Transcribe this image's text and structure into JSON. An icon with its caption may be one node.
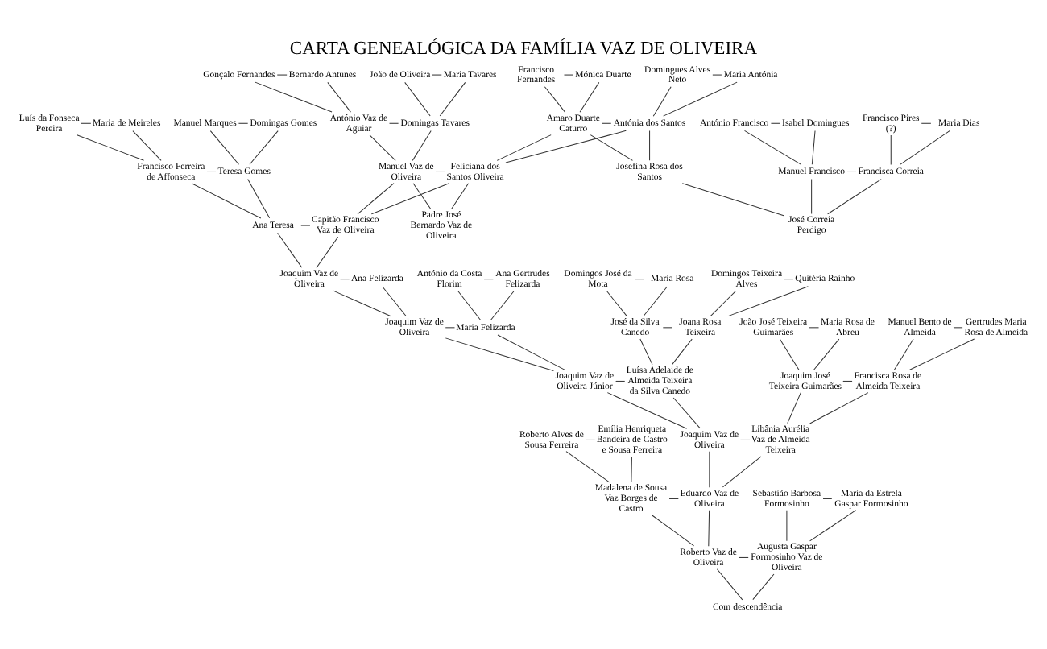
{
  "diagram": {
    "title": "CARTA GENEALÓGICA DA FAMÍLIA VAZ DE OLIVEIRA",
    "nodes": [
      {
        "text": [
          "Gonçalo Fernandes"
        ]
      },
      {
        "text": [
          "Bernardo Antunes"
        ]
      },
      {
        "text": [
          "João de Oliveira"
        ]
      },
      {
        "text": [
          "Maria Tavares"
        ]
      },
      {
        "text": [
          "Francisco Fernandes"
        ]
      },
      {
        "text": [
          "Mónica Duarte"
        ]
      },
      {
        "text": [
          "Domingues Alves Neto"
        ]
      },
      {
        "text": [
          "Maria Antónia"
        ]
      },
      {
        "text": [
          "António Francisco"
        ]
      },
      {
        "text": [
          "Isabel Domingues"
        ]
      },
      {
        "text": [
          "Francisco Pires (?)"
        ]
      },
      {
        "text": [
          "Maria Dias"
        ]
      },
      {
        "text": [
          "Luís da Fonseca Pereira"
        ]
      },
      {
        "text": [
          "Maria de Meireles"
        ]
      },
      {
        "text": [
          "Manuel Marques"
        ]
      },
      {
        "text": [
          "Domingas Gomes"
        ]
      },
      {
        "text": [
          "António Vaz de Aguiar"
        ]
      },
      {
        "text": [
          "Domingas Tavares"
        ]
      },
      {
        "text": [
          "Amaro Duarte Caturro"
        ]
      },
      {
        "text": [
          "Antónia dos Santos"
        ]
      },
      {
        "text": [
          "Manuel Francisco"
        ]
      },
      {
        "text": [
          "Francisca Correia"
        ]
      },
      {
        "text": [
          "Francisco Ferreira de Affonseca"
        ]
      },
      {
        "text": [
          "Teresa Gomes"
        ]
      },
      {
        "text": [
          "Manuel Vaz de Oliveira"
        ]
      },
      {
        "text": [
          "Feliciana dos Santos Oliveira"
        ]
      },
      {
        "text": [
          "Josefina Rosa dos Santos"
        ]
      },
      {
        "text": [
          "José Correia Perdigo"
        ]
      },
      {
        "text": [
          "Ana Teresa"
        ]
      },
      {
        "text": [
          "Capitão Francisco Vaz de Oliveira"
        ]
      },
      {
        "text": [
          "Padre José Bernardo Vaz de Oliveira"
        ]
      },
      {
        "text": [
          "Joaquim Vaz de Oliveira"
        ]
      },
      {
        "text": [
          "Ana Felizarda"
        ]
      },
      {
        "text": [
          "António da Costa Florim"
        ]
      },
      {
        "text": [
          "Ana Gertrudes Felizarda"
        ]
      },
      {
        "text": [
          "Domingos José da Mota"
        ]
      },
      {
        "text": [
          "Maria Rosa"
        ]
      },
      {
        "text": [
          "Domingos Teixeira Alves"
        ]
      },
      {
        "text": [
          "Quitéria Rainho"
        ]
      },
      {
        "text": [
          "Joaquim Vaz de Oliveira"
        ]
      },
      {
        "text": [
          "Maria Felizarda"
        ]
      },
      {
        "text": [
          "José da Silva Canedo"
        ]
      },
      {
        "text": [
          "Joana Rosa Teixeira"
        ]
      },
      {
        "text": [
          "João José Teixeira Guimarães"
        ]
      },
      {
        "text": [
          "Maria Rosa de Abreu"
        ]
      },
      {
        "text": [
          "Manuel Bento de Almeida"
        ]
      },
      {
        "text": [
          "Gertrudes Maria Rosa de Almeida"
        ]
      },
      {
        "text": [
          "Joaquim Vaz de Oliveira Júnior"
        ]
      },
      {
        "text": [
          "Luísa Adelaide de Almeida Teixeira da Silva Canedo"
        ]
      },
      {
        "text": [
          "Joaquim José Teixeira Guimarães"
        ]
      },
      {
        "text": [
          "Francisca Rosa de Almeida Teixeira"
        ]
      },
      {
        "text": [
          "Roberto Alves de Sousa Ferreira"
        ]
      },
      {
        "text": [
          "Emília Henriqueta Bandeira de Castro e Sousa Ferreira"
        ]
      },
      {
        "text": [
          "Joaquim Vaz de Oliveira"
        ]
      },
      {
        "text": [
          "Libânia Aurélia Vaz de Almeida Teixeira"
        ]
      },
      {
        "text": [
          "Madalena de Sousa Vaz Borges de Castro"
        ]
      },
      {
        "text": [
          "Eduardo Vaz de Oliveira"
        ]
      },
      {
        "text": [
          "Sebastião Barbosa Formosinho"
        ]
      },
      {
        "text": [
          "Maria da Estrela Gaspar Formosinho"
        ]
      },
      {
        "text": [
          "Roberto Vaz de Oliveira"
        ]
      },
      {
        "text": [
          "Augusta Gaspar Formosinho Vaz de Oliveira"
        ]
      },
      {
        "text": [
          "Com descendência"
        ]
      }
    ],
    "edges": [
      {
        "from": 0,
        "to": 1,
        "arrow": "none"
      },
      {
        "from": 0,
        "to": 16,
        "arrow": "none"
      },
      {
        "from": 1,
        "to": 16,
        "arrow": "none"
      },
      {
        "from": 2,
        "to": 3,
        "arrow": "none"
      },
      {
        "from": 2,
        "to": 17,
        "arrow": "none"
      },
      {
        "from": 3,
        "to": 17,
        "arrow": "none"
      },
      {
        "from": 4,
        "to": 5,
        "arrow": "none"
      },
      {
        "from": 4,
        "to": 18,
        "arrow": "none"
      },
      {
        "from": 5,
        "to": 18,
        "arrow": "none"
      },
      {
        "from": 6,
        "to": 7,
        "arrow": "none"
      },
      {
        "from": 6,
        "to": 19,
        "arrow": "none"
      },
      {
        "from": 7,
        "to": 19,
        "arrow": "none"
      },
      {
        "from": 8,
        "to": 9,
        "arrow": "none"
      },
      {
        "from": 8,
        "to": 20,
        "arrow": "none"
      },
      {
        "from": 9,
        "to": 20,
        "arrow": "none"
      },
      {
        "from": 10,
        "to": 11,
        "arrow": "none"
      },
      {
        "from": 10,
        "to": 21,
        "arrow": "none"
      },
      {
        "from": 11,
        "to": 21,
        "arrow": "none"
      },
      {
        "from": 12,
        "to": 13,
        "arrow": "none"
      },
      {
        "from": 12,
        "to": 22,
        "arrow": "none"
      },
      {
        "from": 13,
        "to": 22,
        "arrow": "none"
      },
      {
        "from": 14,
        "to": 15,
        "arrow": "none"
      },
      {
        "from": 14,
        "to": 23,
        "arrow": "none"
      },
      {
        "from": 15,
        "to": 23,
        "arrow": "none"
      },
      {
        "from": 16,
        "to": 17,
        "arrow": "none"
      },
      {
        "from": 16,
        "to": 24,
        "arrow": "none"
      },
      {
        "from": 17,
        "to": 24,
        "arrow": "none"
      },
      {
        "from": 18,
        "to": 19,
        "arrow": "none"
      },
      {
        "from": 18,
        "to": 25,
        "arrow": "none"
      },
      {
        "from": 19,
        "to": 25,
        "arrow": "none"
      },
      {
        "from": 18,
        "to": 26,
        "arrow": "none"
      },
      {
        "from": 19,
        "to": 26,
        "arrow": "none"
      },
      {
        "from": 20,
        "to": 21,
        "arrow": "none"
      },
      {
        "from": 20,
        "to": 27,
        "arrow": "none"
      },
      {
        "from": 21,
        "to": 27,
        "arrow": "none"
      },
      {
        "from": 22,
        "to": 23,
        "arrow": "none"
      },
      {
        "from": 22,
        "to": 28,
        "arrow": "none"
      },
      {
        "from": 23,
        "to": 28,
        "arrow": "none"
      },
      {
        "from": 24,
        "to": 25,
        "arrow": "none"
      },
      {
        "from": 24,
        "to": 29,
        "arrow": "none"
      },
      {
        "from": 25,
        "to": 29,
        "arrow": "none"
      },
      {
        "from": 24,
        "to": 30,
        "arrow": "none"
      },
      {
        "from": 25,
        "to": 30,
        "arrow": "none"
      },
      {
        "from": 26,
        "to": 27,
        "arrow": "none"
      },
      {
        "from": 28,
        "to": 29,
        "arrow": "none"
      },
      {
        "from": 28,
        "to": 31,
        "arrow": "none"
      },
      {
        "from": 29,
        "to": 31,
        "arrow": "none"
      },
      {
        "from": 31,
        "to": 32,
        "arrow": "none"
      },
      {
        "from": 31,
        "to": 39,
        "arrow": "none"
      },
      {
        "from": 32,
        "to": 39,
        "arrow": "none"
      },
      {
        "from": 33,
        "to": 34,
        "arrow": "none"
      },
      {
        "from": 33,
        "to": 40,
        "arrow": "none"
      },
      {
        "from": 34,
        "to": 40,
        "arrow": "none"
      },
      {
        "from": 35,
        "to": 36,
        "arrow": "none"
      },
      {
        "from": 35,
        "to": 41,
        "arrow": "none"
      },
      {
        "from": 36,
        "to": 41,
        "arrow": "none"
      },
      {
        "from": 37,
        "to": 38,
        "arrow": "none"
      },
      {
        "from": 37,
        "to": 42,
        "arrow": "none"
      },
      {
        "from": 38,
        "to": 42,
        "arrow": "none"
      },
      {
        "from": 39,
        "to": 40,
        "arrow": "none"
      },
      {
        "from": 39,
        "to": 47,
        "arrow": "none"
      },
      {
        "from": 40,
        "to": 47,
        "arrow": "none"
      },
      {
        "from": 41,
        "to": 42,
        "arrow": "none"
      },
      {
        "from": 41,
        "to": 48,
        "arrow": "none"
      },
      {
        "from": 42,
        "to": 48,
        "arrow": "none"
      },
      {
        "from": 43,
        "to": 44,
        "arrow": "none"
      },
      {
        "from": 43,
        "to": 49,
        "arrow": "none"
      },
      {
        "from": 44,
        "to": 49,
        "arrow": "none"
      },
      {
        "from": 45,
        "to": 46,
        "arrow": "none"
      },
      {
        "from": 45,
        "to": 50,
        "arrow": "none"
      },
      {
        "from": 46,
        "to": 50,
        "arrow": "none"
      },
      {
        "from": 47,
        "to": 48,
        "arrow": "none"
      },
      {
        "from": 47,
        "to": 53,
        "arrow": "none"
      },
      {
        "from": 48,
        "to": 53,
        "arrow": "none"
      },
      {
        "from": 49,
        "to": 50,
        "arrow": "none"
      },
      {
        "from": 49,
        "to": 54,
        "arrow": "none"
      },
      {
        "from": 50,
        "to": 54,
        "arrow": "none"
      },
      {
        "from": 51,
        "to": 52,
        "arrow": "none"
      },
      {
        "from": 51,
        "to": 55,
        "arrow": "none"
      },
      {
        "from": 52,
        "to": 55,
        "arrow": "none"
      },
      {
        "from": 53,
        "to": 54,
        "arrow": "none"
      },
      {
        "from": 53,
        "to": 56,
        "arrow": "none"
      },
      {
        "from": 54,
        "to": 56,
        "arrow": "none"
      },
      {
        "from": 55,
        "to": 56,
        "arrow": "none"
      },
      {
        "from": 55,
        "to": 59,
        "arrow": "none"
      },
      {
        "from": 56,
        "to": 59,
        "arrow": "none"
      },
      {
        "from": 57,
        "to": 58,
        "arrow": "none"
      },
      {
        "from": 57,
        "to": 60,
        "arrow": "none"
      },
      {
        "from": 58,
        "to": 60,
        "arrow": "none"
      },
      {
        "from": 59,
        "to": 60,
        "arrow": "none"
      },
      {
        "from": 59,
        "to": 61,
        "arrow": "none"
      },
      {
        "from": 60,
        "to": 61,
        "arrow": "none"
      }
    ]
  }
}
